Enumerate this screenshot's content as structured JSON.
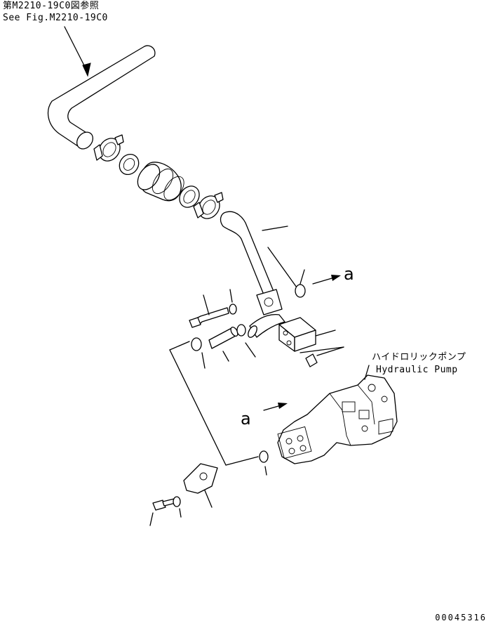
{
  "labels": {
    "reference_jp": "第M2210-19C0図参照",
    "reference_en": "See Fig.M2210-19C0",
    "pump_jp": "ハイドロリックポンプ",
    "pump_en": "Hydraulic Pump",
    "view_marker_upper": "a",
    "view_marker_lower": "a",
    "drawing_number": "00045316"
  }
}
